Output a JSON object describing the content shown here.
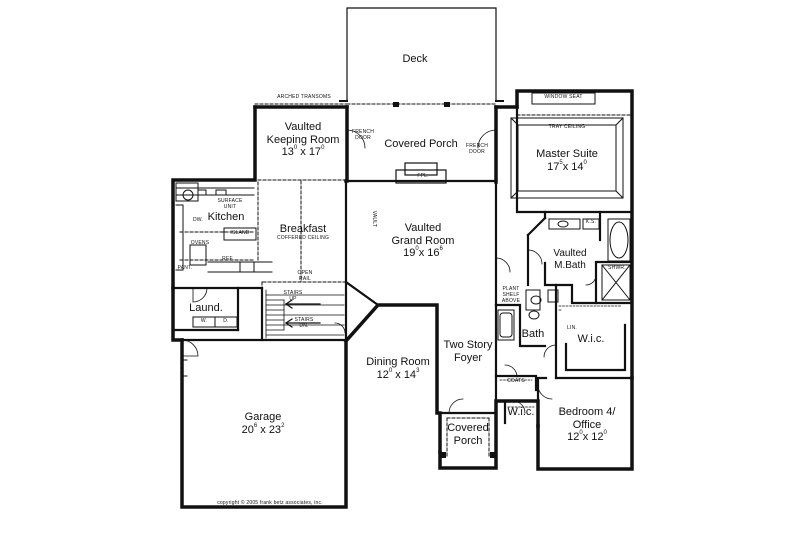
{
  "rooms": {
    "deck": {
      "name": "Deck"
    },
    "keeping_room": {
      "line1": "Vaulted",
      "line2": "Keeping Room",
      "w": "13",
      "w_sup": "0",
      "sep": "x",
      "h": "17",
      "h_sup": "0"
    },
    "covered_porch_rear": {
      "name": "Covered Porch"
    },
    "master_suite": {
      "name": "Master Suite",
      "w": "17",
      "w_sup": "5",
      "sep": "x",
      "h": "14",
      "h_sup": "0"
    },
    "kitchen": {
      "name": "Kitchen"
    },
    "breakfast": {
      "name": "Breakfast"
    },
    "grand_room": {
      "line1": "Vaulted",
      "line2": "Grand Room",
      "w": "19",
      "w_sup": "0",
      "sep": "x",
      "h": "16",
      "h_sup": "6"
    },
    "master_bath": {
      "line1": "Vaulted",
      "line2": "M.Bath"
    },
    "laundry": {
      "name": "Laund."
    },
    "bath": {
      "name": "Bath"
    },
    "master_wic": {
      "name": "W.i.c."
    },
    "dining_room": {
      "name": "Dining Room",
      "w": "12",
      "w_sup": "0",
      "sep": "x",
      "h": "14",
      "h_sup": "3"
    },
    "foyer": {
      "line1": "Two Story",
      "line2": "Foyer"
    },
    "garage": {
      "name": "Garage",
      "w": "20",
      "w_sup": "6",
      "sep": "x",
      "h": "23",
      "h_sup": "2"
    },
    "covered_porch_front": {
      "line1": "Covered",
      "line2": "Porch"
    },
    "bedroom_wic": {
      "name": "W.i.c."
    },
    "bedroom4": {
      "line1": "Bedroom 4/",
      "line2": "Office",
      "w": "12",
      "w_sup": "0",
      "sep": "x",
      "h": "12",
      "h_sup": "0"
    }
  },
  "notes": {
    "arched_transoms": "ARCHED TRANSOMS",
    "window_seat": "WINDOW SEAT",
    "tray_ceiling": "TRAY CEILING",
    "french_door_left_1": "FRENCH",
    "french_door_left_2": "DOOR",
    "french_door_right_1": "FRENCH",
    "french_door_right_2": "DOOR",
    "fireplace": "FPL.",
    "surface_unit_1": "SURFACE",
    "surface_unit_2": "UNIT",
    "dw": "DW.",
    "island": "ISLAND",
    "coffered_ceiling": "COFFERED CEILING",
    "ovens": "OVENS",
    "pant": "PANT.",
    "ref": "REF.",
    "open_rail_1": "OPEN",
    "open_rail_2": "RAIL",
    "vault": "VAULT",
    "ks": "K.S.",
    "shwr": "SHWR.",
    "plant_shelf_1": "PLANT",
    "plant_shelf_2": "SHELF",
    "plant_shelf_3": "ABOVE",
    "stairs_up_1": "STAIRS",
    "stairs_up_2": "UP",
    "stairs_dn_1": "STAIRS",
    "stairs_dn_2": "DN.",
    "washer": "W.",
    "dryer": "D.",
    "lin": "LIN.",
    "coats": "COATS"
  },
  "copyright": "copyright © 2005 frank betz associates, inc."
}
